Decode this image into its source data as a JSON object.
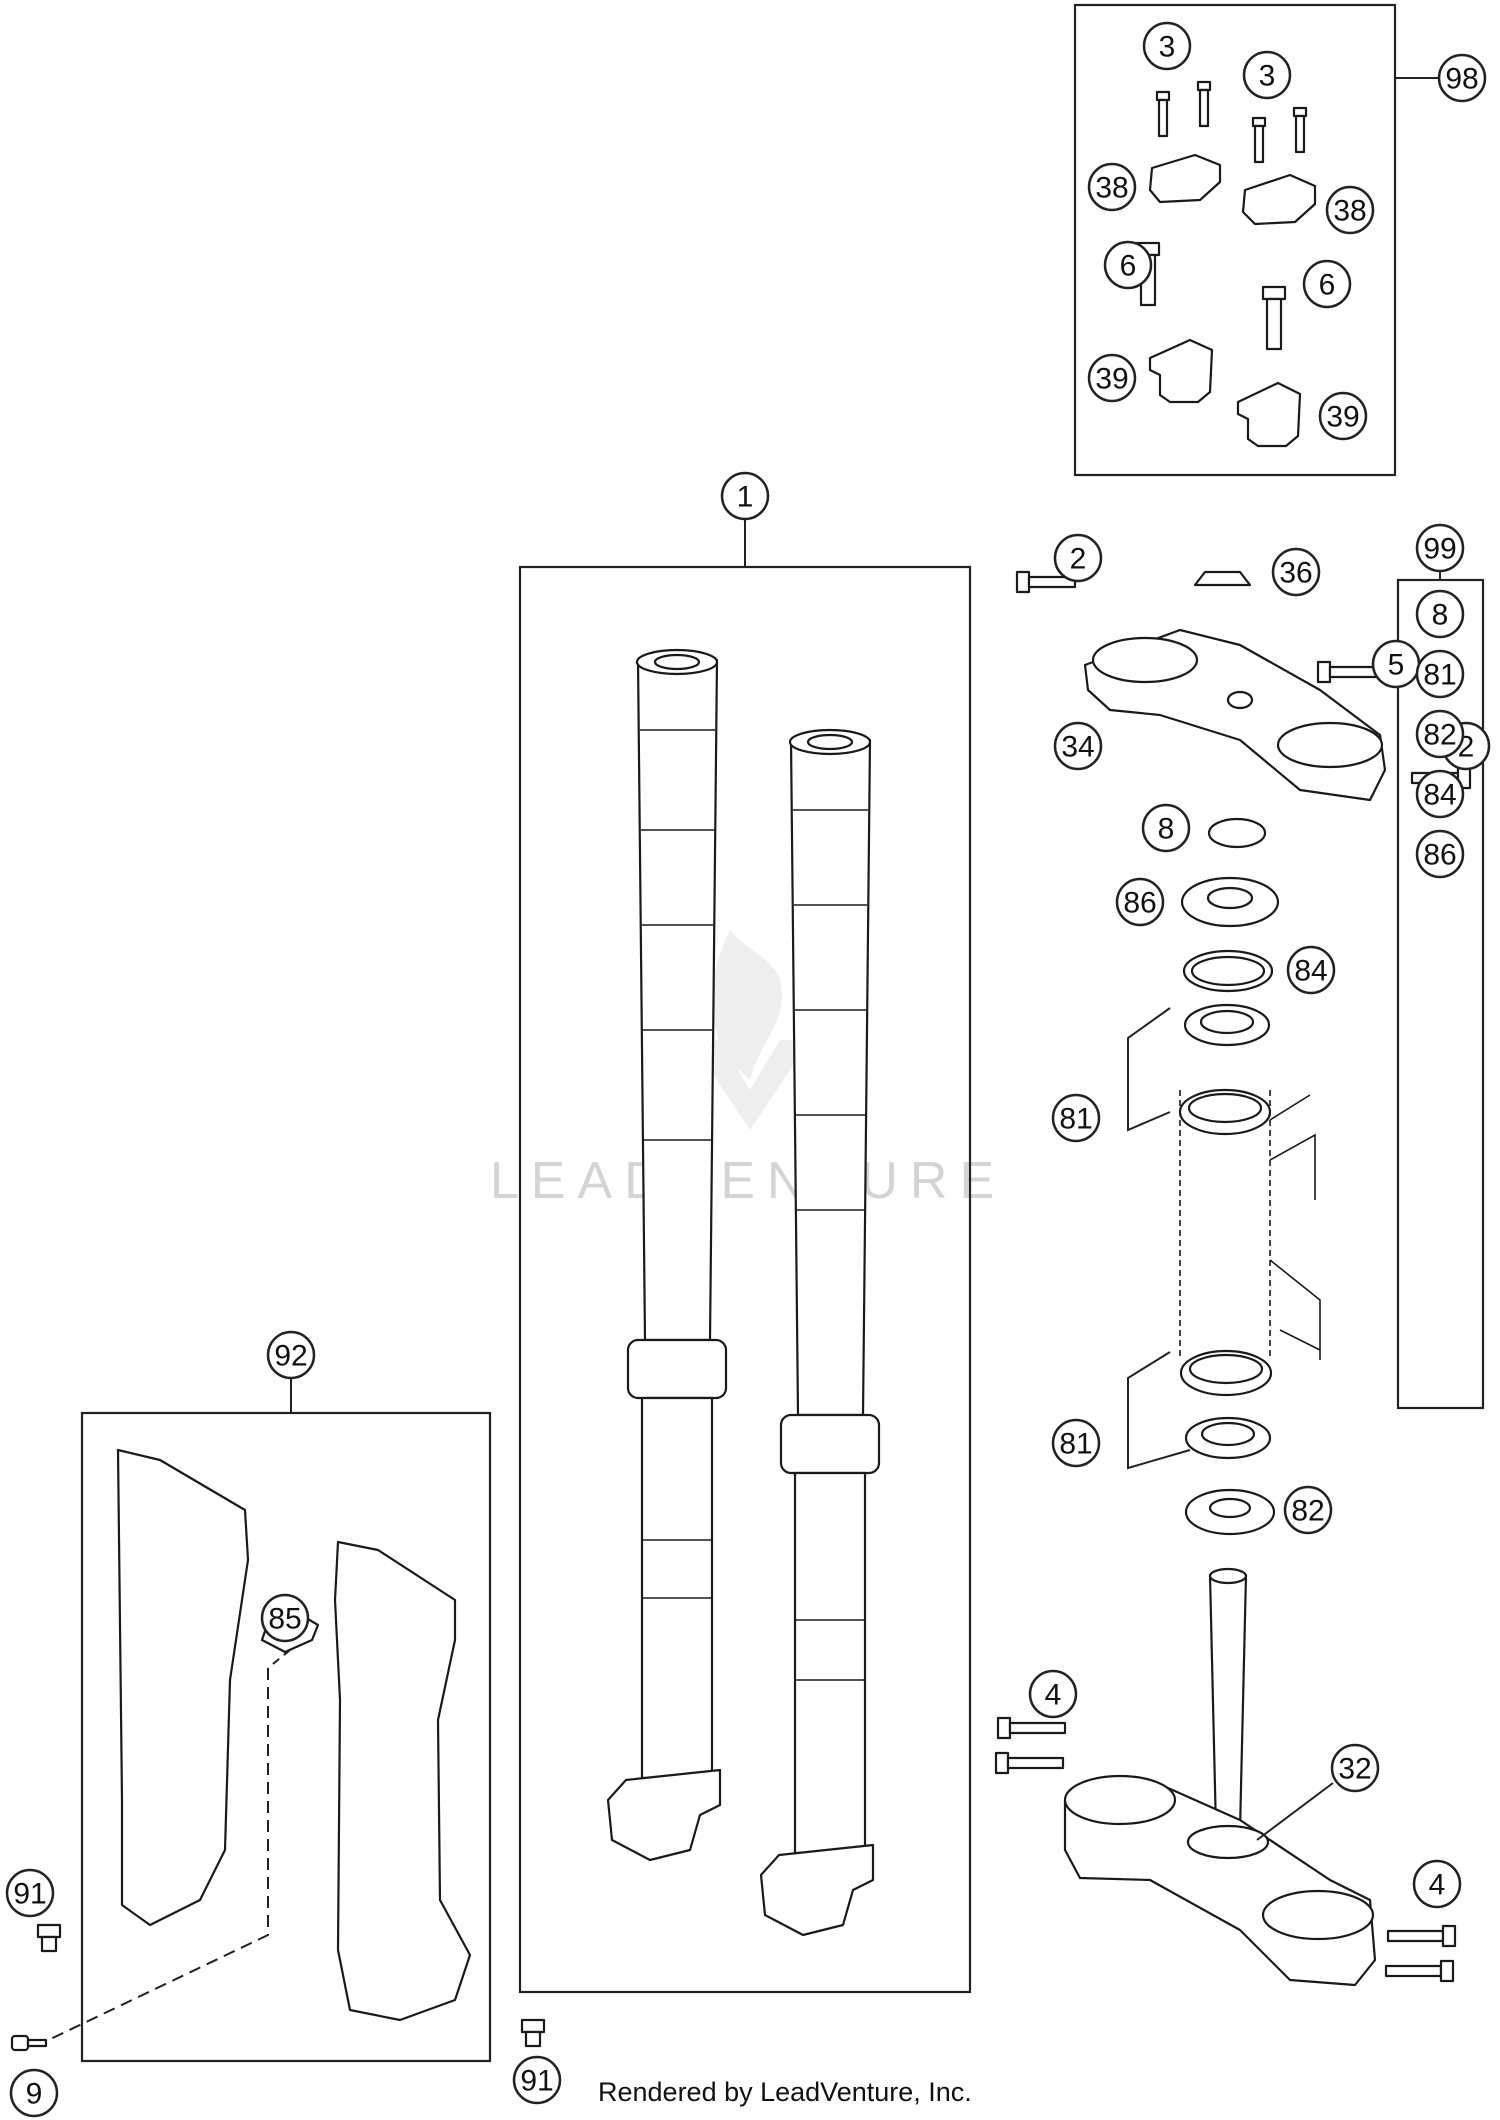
{
  "watermark": "LEADVENTURE",
  "credit": "Rendered by LeadVenture, Inc.",
  "callouts": [
    {
      "label": "3"
    },
    {
      "label": "3"
    },
    {
      "label": "98"
    },
    {
      "label": "38"
    },
    {
      "label": "38"
    },
    {
      "label": "6"
    },
    {
      "label": "6"
    },
    {
      "label": "39"
    },
    {
      "label": "39"
    },
    {
      "label": "1"
    },
    {
      "label": "2"
    },
    {
      "label": "36"
    },
    {
      "label": "5"
    },
    {
      "label": "34"
    },
    {
      "label": "2"
    },
    {
      "label": "8"
    },
    {
      "label": "86"
    },
    {
      "label": "84"
    },
    {
      "label": "99"
    },
    {
      "label": "81"
    },
    {
      "label": "81"
    },
    {
      "label": "82"
    },
    {
      "label": "92"
    },
    {
      "label": "85"
    },
    {
      "label": "4"
    },
    {
      "label": "32"
    },
    {
      "label": "4"
    },
    {
      "label": "91"
    },
    {
      "label": "91"
    },
    {
      "label": "9"
    }
  ],
  "kit_99_items": [
    "8",
    "81",
    "82",
    "84",
    "86"
  ]
}
